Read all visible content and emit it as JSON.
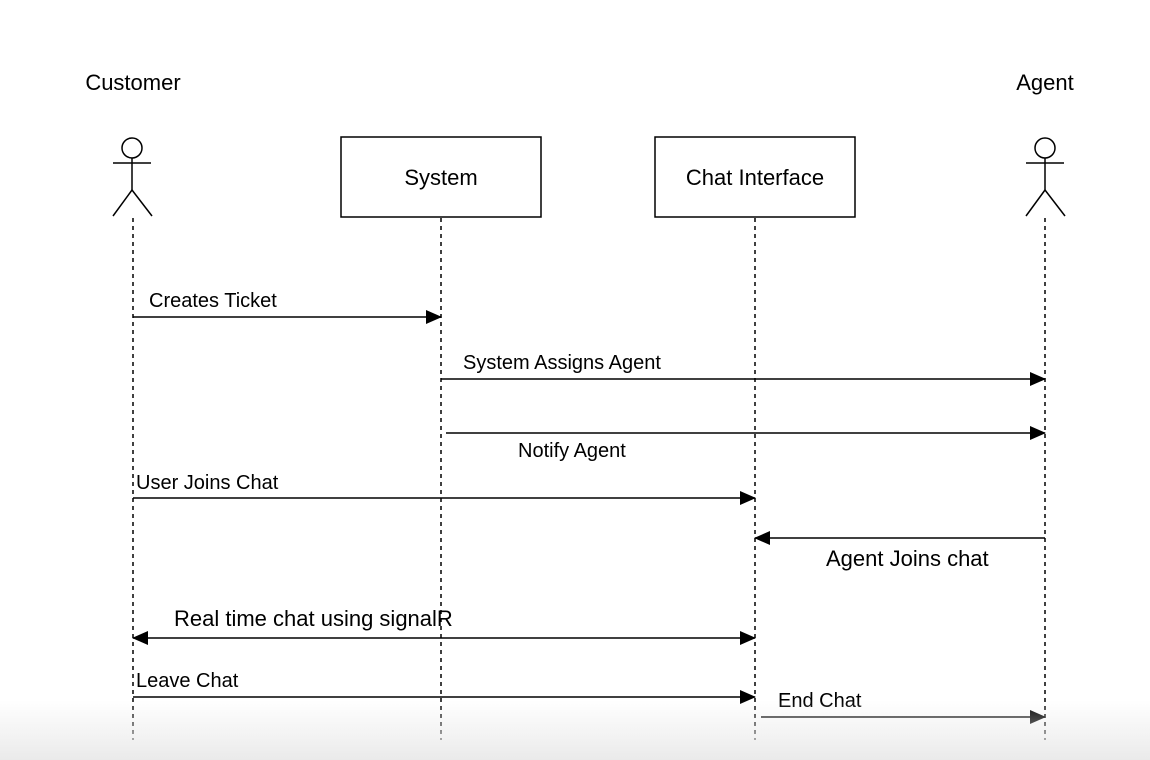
{
  "participants": {
    "customer": "Customer",
    "system": "System",
    "chat_interface": "Chat Interface",
    "agent": "Agent"
  },
  "messages": [
    {
      "label": "Creates Ticket",
      "from": "customer",
      "to": "system"
    },
    {
      "label": "System Assigns Agent",
      "from": "system",
      "to": "agent"
    },
    {
      "label": "Notify Agent",
      "from": "system",
      "to": "agent"
    },
    {
      "label": "User Joins Chat",
      "from": "customer",
      "to": "chat_interface"
    },
    {
      "label": "Agent Joins chat",
      "from": "agent",
      "to": "chat_interface"
    },
    {
      "label": "Real time chat using signalR",
      "from": "customer",
      "to": "chat_interface",
      "bidirectional": true
    },
    {
      "label": "Leave Chat",
      "from": "customer",
      "to": "chat_interface"
    },
    {
      "label": "End Chat",
      "from": "chat_interface",
      "to": "agent"
    }
  ],
  "icons": {
    "customer": "actor-icon",
    "agent": "actor-icon"
  },
  "colors": {
    "line": "#000000",
    "background": "#ffffff"
  }
}
